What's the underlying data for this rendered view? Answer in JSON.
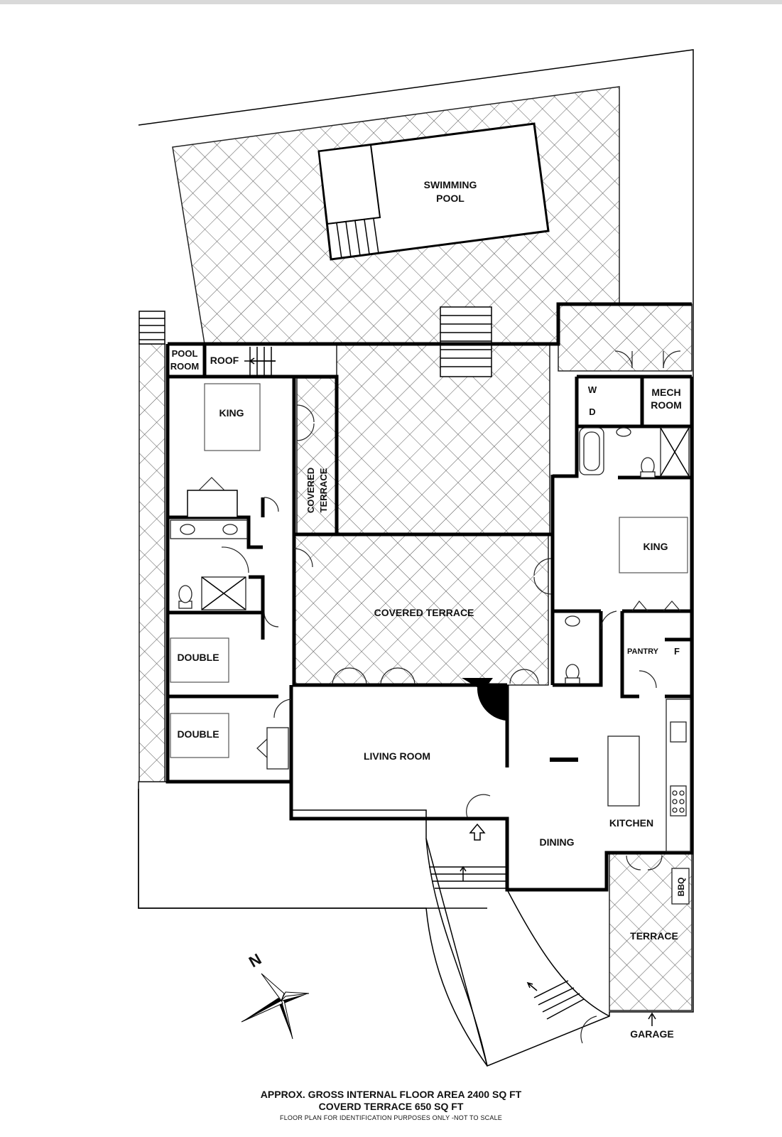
{
  "plan": {
    "rooms": {
      "swimming_pool": [
        "SWIMMING",
        "POOL"
      ],
      "pool_room": [
        "POOL",
        "ROOM"
      ],
      "roof": "ROOF",
      "king_left": "KING",
      "covered_terrace_vertical": [
        "COVERED",
        "TERRACE"
      ],
      "w": "W",
      "d": "D",
      "mech_room": [
        "MECH",
        "ROOM"
      ],
      "king_right": "KING",
      "covered_terrace": "COVERED TERRACE",
      "double_1": "DOUBLE",
      "double_2": "DOUBLE",
      "pantry": "PANTRY",
      "f": "F",
      "living_room": "LIVING ROOM",
      "kitchen": "KITCHEN",
      "dining": "DINING",
      "bbq": "BBQ",
      "terrace": "TERRACE",
      "garage": "GARAGE"
    },
    "compass": "N"
  },
  "footer": {
    "area_line": "APPROX. GROSS INTERNAL FLOOR AREA 2400 SQ FT",
    "terrace_line": "COVERD TERRACE 650 SQ FT",
    "disclaimer": "FLOOR PLAN FOR IDENTIFICATION PURPOSES ONLY -NOT TO SCALE"
  }
}
